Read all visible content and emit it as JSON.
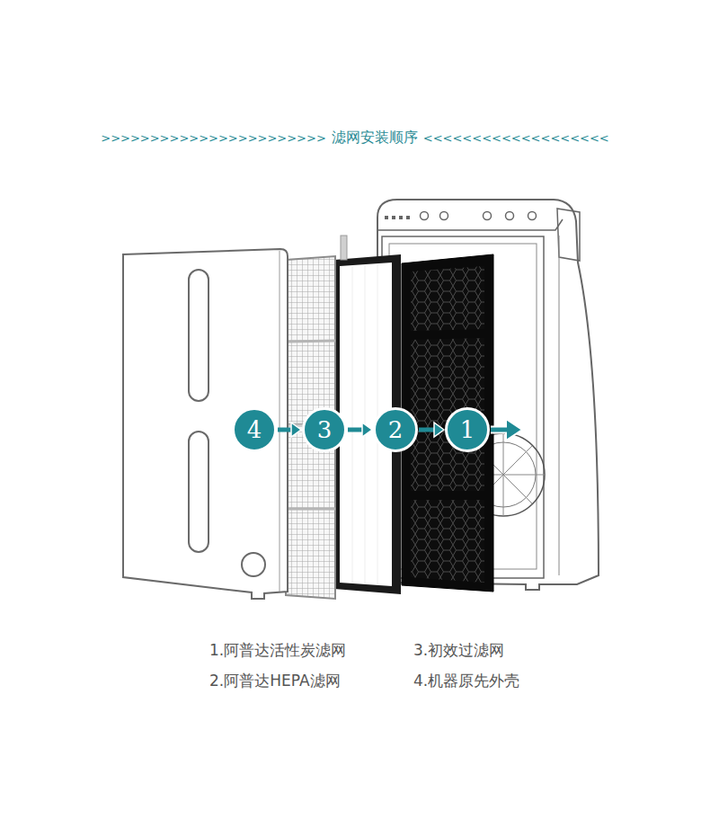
{
  "diagram": {
    "title": "滤网安装顺序",
    "nodes": [
      {
        "text": [
          "4"
        ]
      },
      {
        "text": [
          "3"
        ]
      },
      {
        "text": [
          "2"
        ]
      },
      {
        "text": [
          "1"
        ]
      }
    ],
    "edges": [
      {
        "from": 0,
        "to": 1,
        "arrow": "to"
      },
      {
        "from": 1,
        "to": 2,
        "arrow": "to"
      },
      {
        "from": 2,
        "to": 3,
        "arrow": "to"
      }
    ],
    "labels": [
      ">>>>>>>>>>>>>>>>>>>>>>>",
      "<<<<<<<<<<<<<<<<<<<",
      "1.阿普达活性炭滤网",
      "3.初效过滤网",
      "2.阿普达HEPA滤网",
      "4.机器原先外壳"
    ]
  }
}
